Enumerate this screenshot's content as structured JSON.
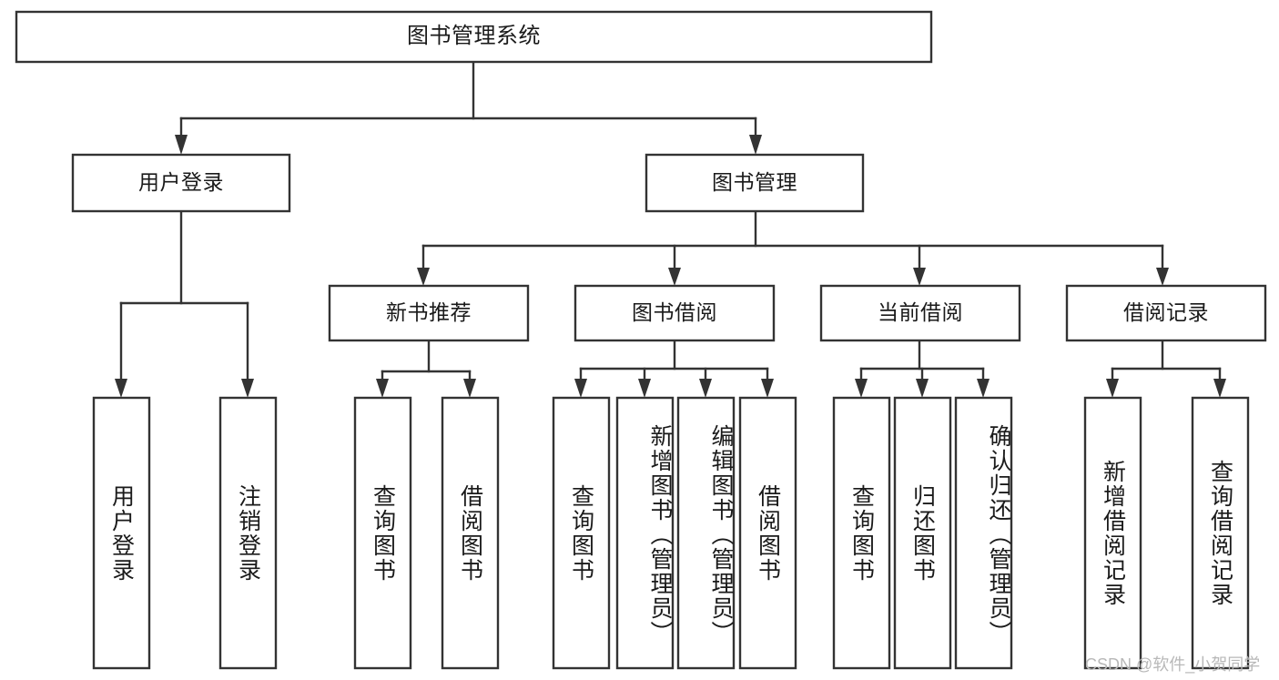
{
  "diagram": {
    "title": "图书管理系统",
    "type": "tree",
    "watermark": "CSDN @软件_小贺同学",
    "colors": {
      "box_fill": "#ffffff",
      "box_stroke": "#333333",
      "text": "#1a1a1a",
      "watermark": "#b8b8b8",
      "background": "#ffffff"
    },
    "levels": {
      "root": "图书管理系统",
      "level2": [
        "用户登录",
        "图书管理"
      ],
      "level3": [
        "新书推荐",
        "图书借阅",
        "当前借阅",
        "借阅记录"
      ]
    },
    "nodes": {
      "root": {
        "label": "图书管理系统"
      },
      "user_login": {
        "label": "用户登录"
      },
      "book_manage": {
        "label": "图书管理"
      },
      "new_book_rec": {
        "label": "新书推荐"
      },
      "book_borrow": {
        "label": "图书借阅"
      },
      "current_borrow": {
        "label": "当前借阅"
      },
      "borrow_record": {
        "label": "借阅记录"
      },
      "leaf_user_login": {
        "label": "用户登录"
      },
      "leaf_logout": {
        "label": "注销登录"
      },
      "leaf_query_book_1": {
        "label": "查询图书"
      },
      "leaf_borrow_book_1": {
        "label": "借阅图书"
      },
      "leaf_query_book_2": {
        "label": "查询图书"
      },
      "leaf_add_book": {
        "label": "新增图书（管理员）"
      },
      "leaf_edit_book": {
        "label": "编辑图书（管理员）"
      },
      "leaf_borrow_book_2": {
        "label": "借阅图书"
      },
      "leaf_query_book_3": {
        "label": "查询图书"
      },
      "leaf_return_book": {
        "label": "归还图书"
      },
      "leaf_confirm_return": {
        "label": "确认归还（管理员）"
      },
      "leaf_add_record": {
        "label": "新增借阅记录"
      },
      "leaf_query_record": {
        "label": "查询借阅记录"
      }
    },
    "edges": [
      {
        "from": "root",
        "to": "user_login"
      },
      {
        "from": "root",
        "to": "book_manage"
      },
      {
        "from": "user_login",
        "to": "leaf_user_login"
      },
      {
        "from": "user_login",
        "to": "leaf_logout"
      },
      {
        "from": "book_manage",
        "to": "new_book_rec"
      },
      {
        "from": "book_manage",
        "to": "book_borrow"
      },
      {
        "from": "book_manage",
        "to": "current_borrow"
      },
      {
        "from": "book_manage",
        "to": "borrow_record"
      },
      {
        "from": "new_book_rec",
        "to": "leaf_query_book_1"
      },
      {
        "from": "new_book_rec",
        "to": "leaf_borrow_book_1"
      },
      {
        "from": "book_borrow",
        "to": "leaf_query_book_2"
      },
      {
        "from": "book_borrow",
        "to": "leaf_add_book"
      },
      {
        "from": "book_borrow",
        "to": "leaf_edit_book"
      },
      {
        "from": "book_borrow",
        "to": "leaf_borrow_book_2"
      },
      {
        "from": "current_borrow",
        "to": "leaf_query_book_3"
      },
      {
        "from": "current_borrow",
        "to": "leaf_return_book"
      },
      {
        "from": "current_borrow",
        "to": "leaf_confirm_return"
      },
      {
        "from": "borrow_record",
        "to": "leaf_add_record"
      },
      {
        "from": "borrow_record",
        "to": "leaf_query_record"
      }
    ]
  }
}
